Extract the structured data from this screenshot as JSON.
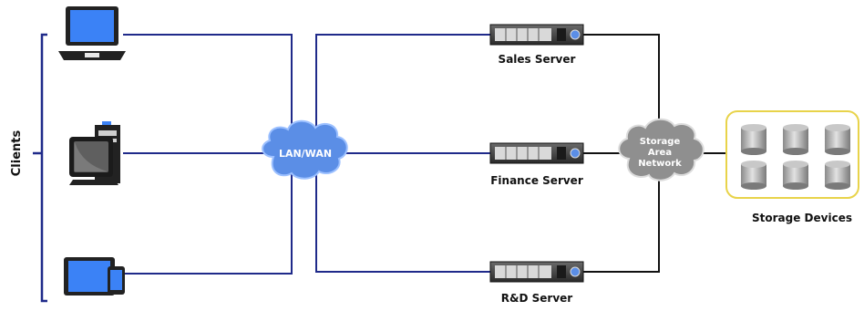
{
  "diagram": {
    "clients_label": "Clients",
    "lan_label": "LAN/WAN",
    "san_label_lines": [
      "Storage",
      "Area",
      "Network"
    ],
    "servers": [
      {
        "label": "Sales Server"
      },
      {
        "label": "Finance Server"
      },
      {
        "label": "R&D Server"
      }
    ],
    "storage_label": "Storage Devices",
    "colors": {
      "client_lines": "#1f2a8a",
      "lan_cloud": "#5b8ee6",
      "server_lines": "#111111",
      "storage_border": "#e8d34a",
      "device_screen": "#3b82f6"
    },
    "icons": {
      "clients": [
        "laptop-icon",
        "desktop-computer-icon",
        "tablet-phone-icon"
      ],
      "server": "rack-server-icon",
      "storage": "database-cylinder-icon"
    }
  }
}
